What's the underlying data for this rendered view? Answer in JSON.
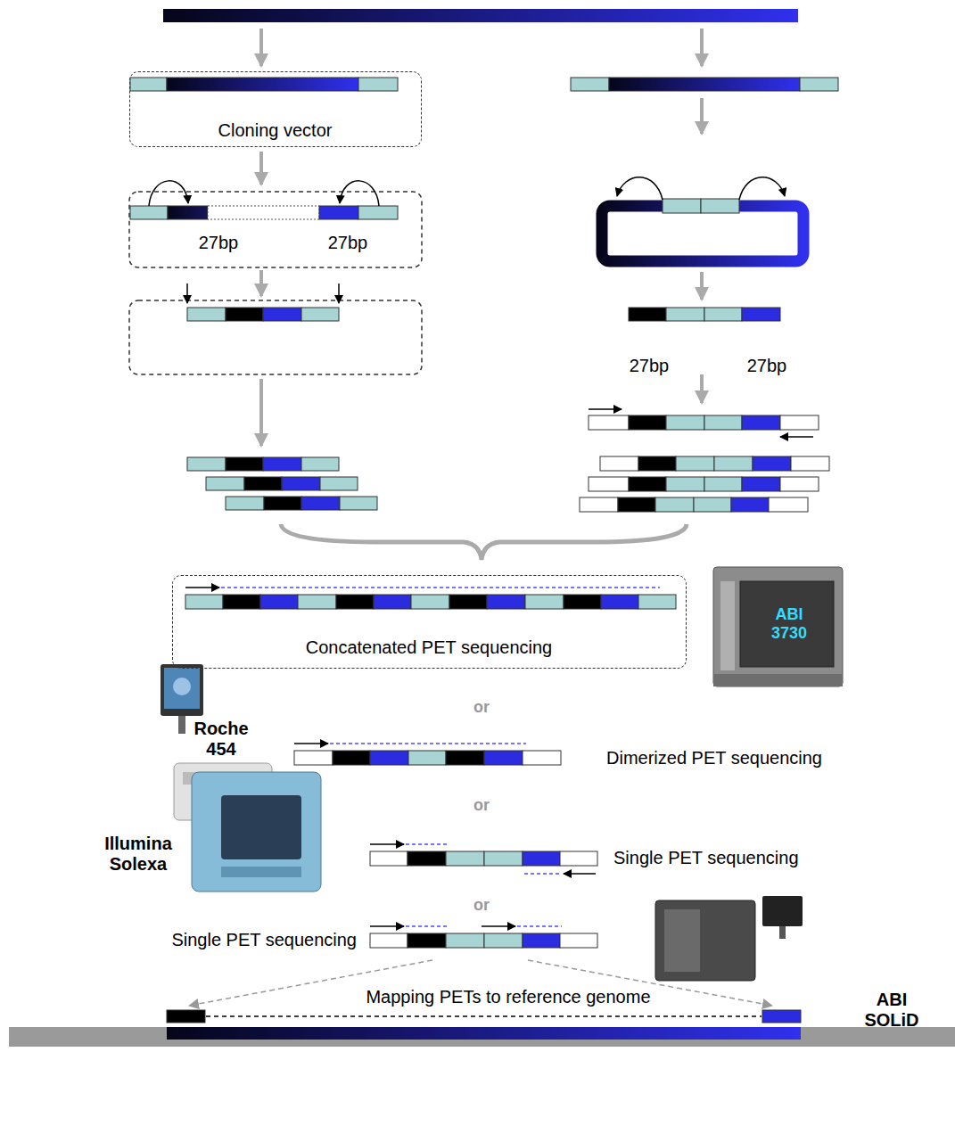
{
  "diagram": {
    "nodes": [
      {
        "text": [
          "Cloning vector"
        ]
      },
      {
        "text": [
          "Concatenated PET sequencing"
        ]
      }
    ],
    "labels": [
      "27bp",
      "27bp",
      "27bp",
      "27bp",
      "ABI 3730",
      "or",
      "Roche 454",
      "Dimerized PET sequencing",
      "or",
      "Illumina Solexa",
      "Single PET sequencing",
      "or",
      "Single PET sequencing",
      "ABI SOLiD",
      "Mapping PETs to reference genome"
    ]
  }
}
